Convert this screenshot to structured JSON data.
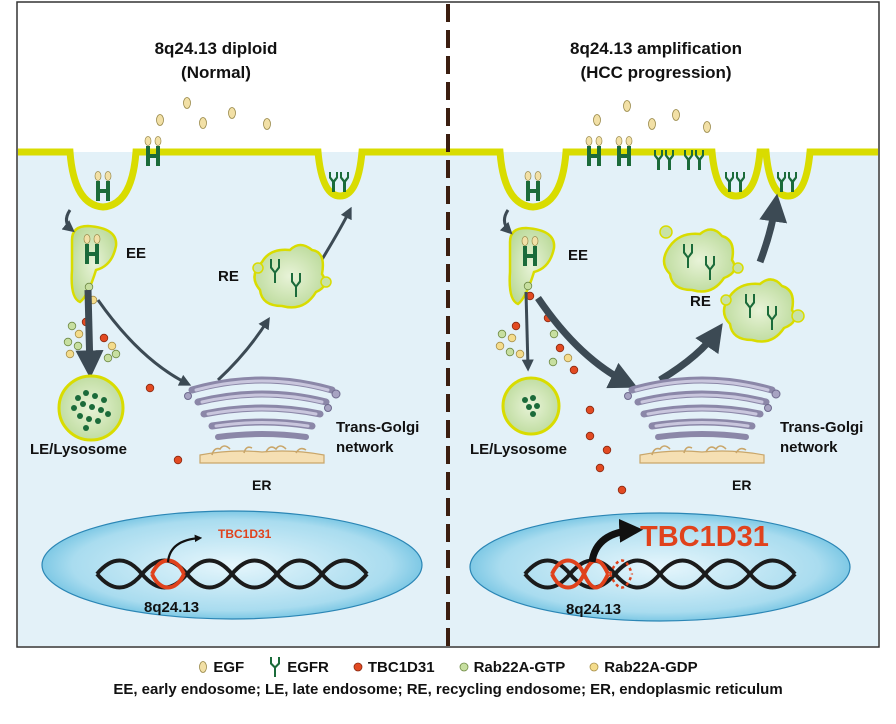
{
  "left_panel": {
    "title_line1": "8q24.13 diploid",
    "title_line2": "(Normal)",
    "ee_label": "EE",
    "re_label": "RE",
    "lysosome_label": "LE/Lysosome",
    "golgi_line1": "Trans-Golgi",
    "golgi_line2": "network",
    "er_label": "ER",
    "gene_label": "TBC1D31",
    "locus_label": "8q24.13"
  },
  "right_panel": {
    "title_line1": "8q24.13 amplification",
    "title_line2": "(HCC progression)",
    "ee_label": "EE",
    "re_label": "RE",
    "lysosome_label": "LE/Lysosome",
    "golgi_line1": "Trans-Golgi",
    "golgi_line2": "network",
    "er_label": "ER",
    "gene_label": "TBC1D31",
    "locus_label": "8q24.13"
  },
  "legend": {
    "egf": "EGF",
    "egfr": "EGFR",
    "tbc1d31": "TBC1D31",
    "rab22a_gtp": "Rab22A-GTP",
    "rab22a_gdp": "Rab22A-GDP",
    "abbreviations": "EE, early endosome; LE, late endosome; RE, recycling endosome; ER, endoplasmic reticulum"
  },
  "colors": {
    "membrane": "#d9dc00",
    "cytoplasm": "#e3f1f8",
    "vesicle": "#c8e2a6",
    "receptor": "#1b6b3a",
    "egf": "#f2e0a6",
    "tbc1d31": "#e24a22",
    "rab22a_gtp": "#c7dfa0",
    "rab22a_gdp": "#f4dc8c",
    "gene_text": "#e0421c",
    "nucleus": "#6ec7e6"
  }
}
